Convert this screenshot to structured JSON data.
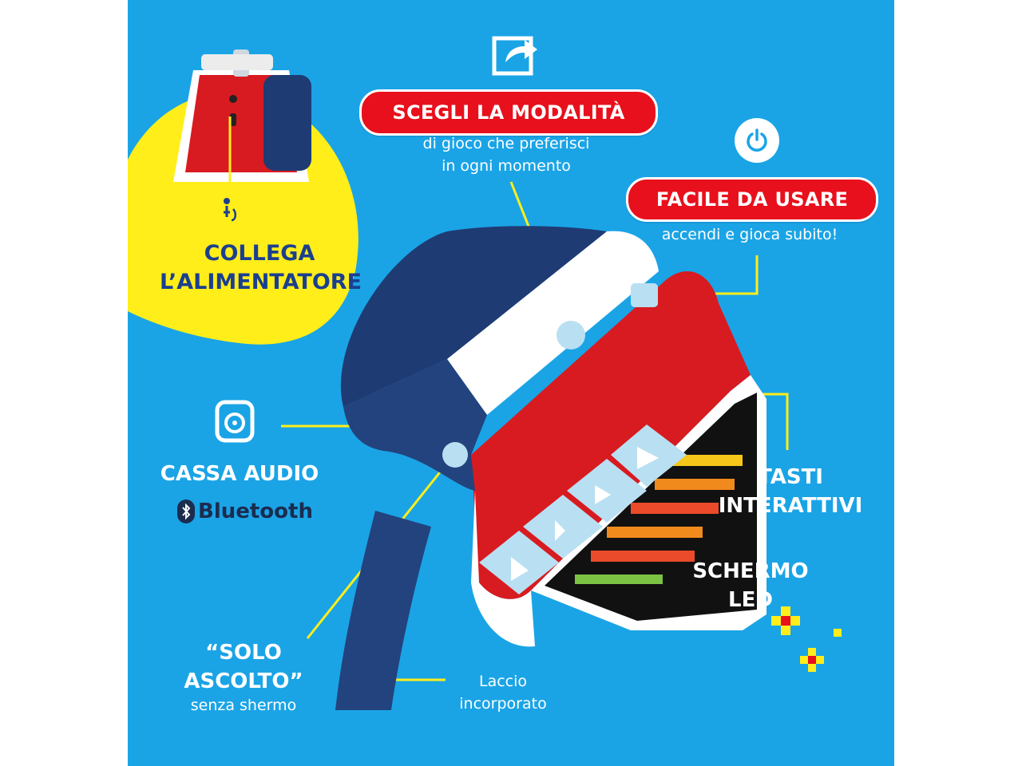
{
  "callouts": {
    "power_adapter": {
      "line1": "COLLEGA",
      "line2": "L’ALIMENTATORE"
    },
    "mode": {
      "title": "SCEGLI LA MODALITÀ",
      "line1": "di gioco che preferisci",
      "line2": "in ogni momento"
    },
    "easy": {
      "title": "FACILE DA USARE",
      "line1": "accendi e gioca subito!"
    },
    "speaker": {
      "title": "CASSA AUDIO",
      "bluetooth": "Bluetooth"
    },
    "buttons": {
      "line1": "TASTI",
      "line2": "INTERATTIVI"
    },
    "screen": {
      "line1": "SCHERMO",
      "line2": "LED"
    },
    "listen_only": {
      "line1": "“SOLO",
      "line2": "ASCOLTO”",
      "line3": "senza shermo"
    },
    "strap": {
      "line1": "Laccio",
      "line2": "incorporato"
    }
  },
  "colors": {
    "panel_blue": "#1aa4e6",
    "accent_red": "#e8101c",
    "highlight_yellow": "#ffee1a",
    "ink_navy": "#1b3f8f"
  },
  "icons": [
    "share-icon",
    "power-icon",
    "speaker-icon",
    "bluetooth-icon",
    "headphone-jack-icon"
  ]
}
